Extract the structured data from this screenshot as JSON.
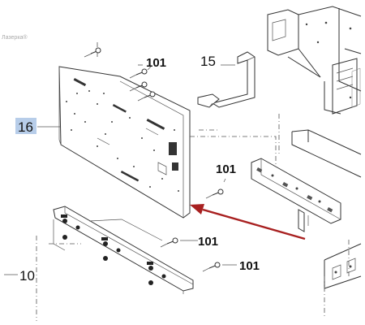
{
  "watermark": "Лазерка®",
  "labels": {
    "p16": "16",
    "p15": "15",
    "p10": "10",
    "p101_a": "101",
    "p101_b": "101",
    "p101_c": "101",
    "p101_d": "101"
  },
  "colors": {
    "highlight": "#b7cde9",
    "arrow": "#a82020",
    "ink": "#333333"
  }
}
